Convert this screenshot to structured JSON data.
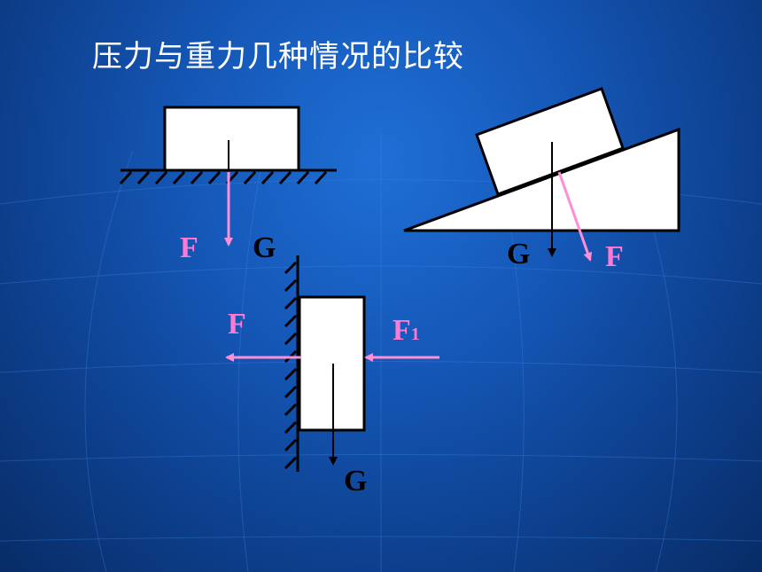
{
  "slide": {
    "title": "压力与重力几种情况的比较",
    "colors": {
      "pressure_force": "#ff8ed6",
      "gravity": "#000000",
      "label_force": "#ff7ad4",
      "label_gravity": "#000000",
      "label_f1": "#ff7ad4",
      "block_fill": "#ffffff"
    }
  },
  "diagram": {
    "horizontal_case": {
      "force_label": "F",
      "gravity_label": "G"
    },
    "incline_case": {
      "force_label": "F",
      "gravity_label": "G"
    },
    "wall_case": {
      "force_label": "F",
      "applied_force_label": "F",
      "applied_force_subscript": "1",
      "gravity_label": "G"
    }
  }
}
